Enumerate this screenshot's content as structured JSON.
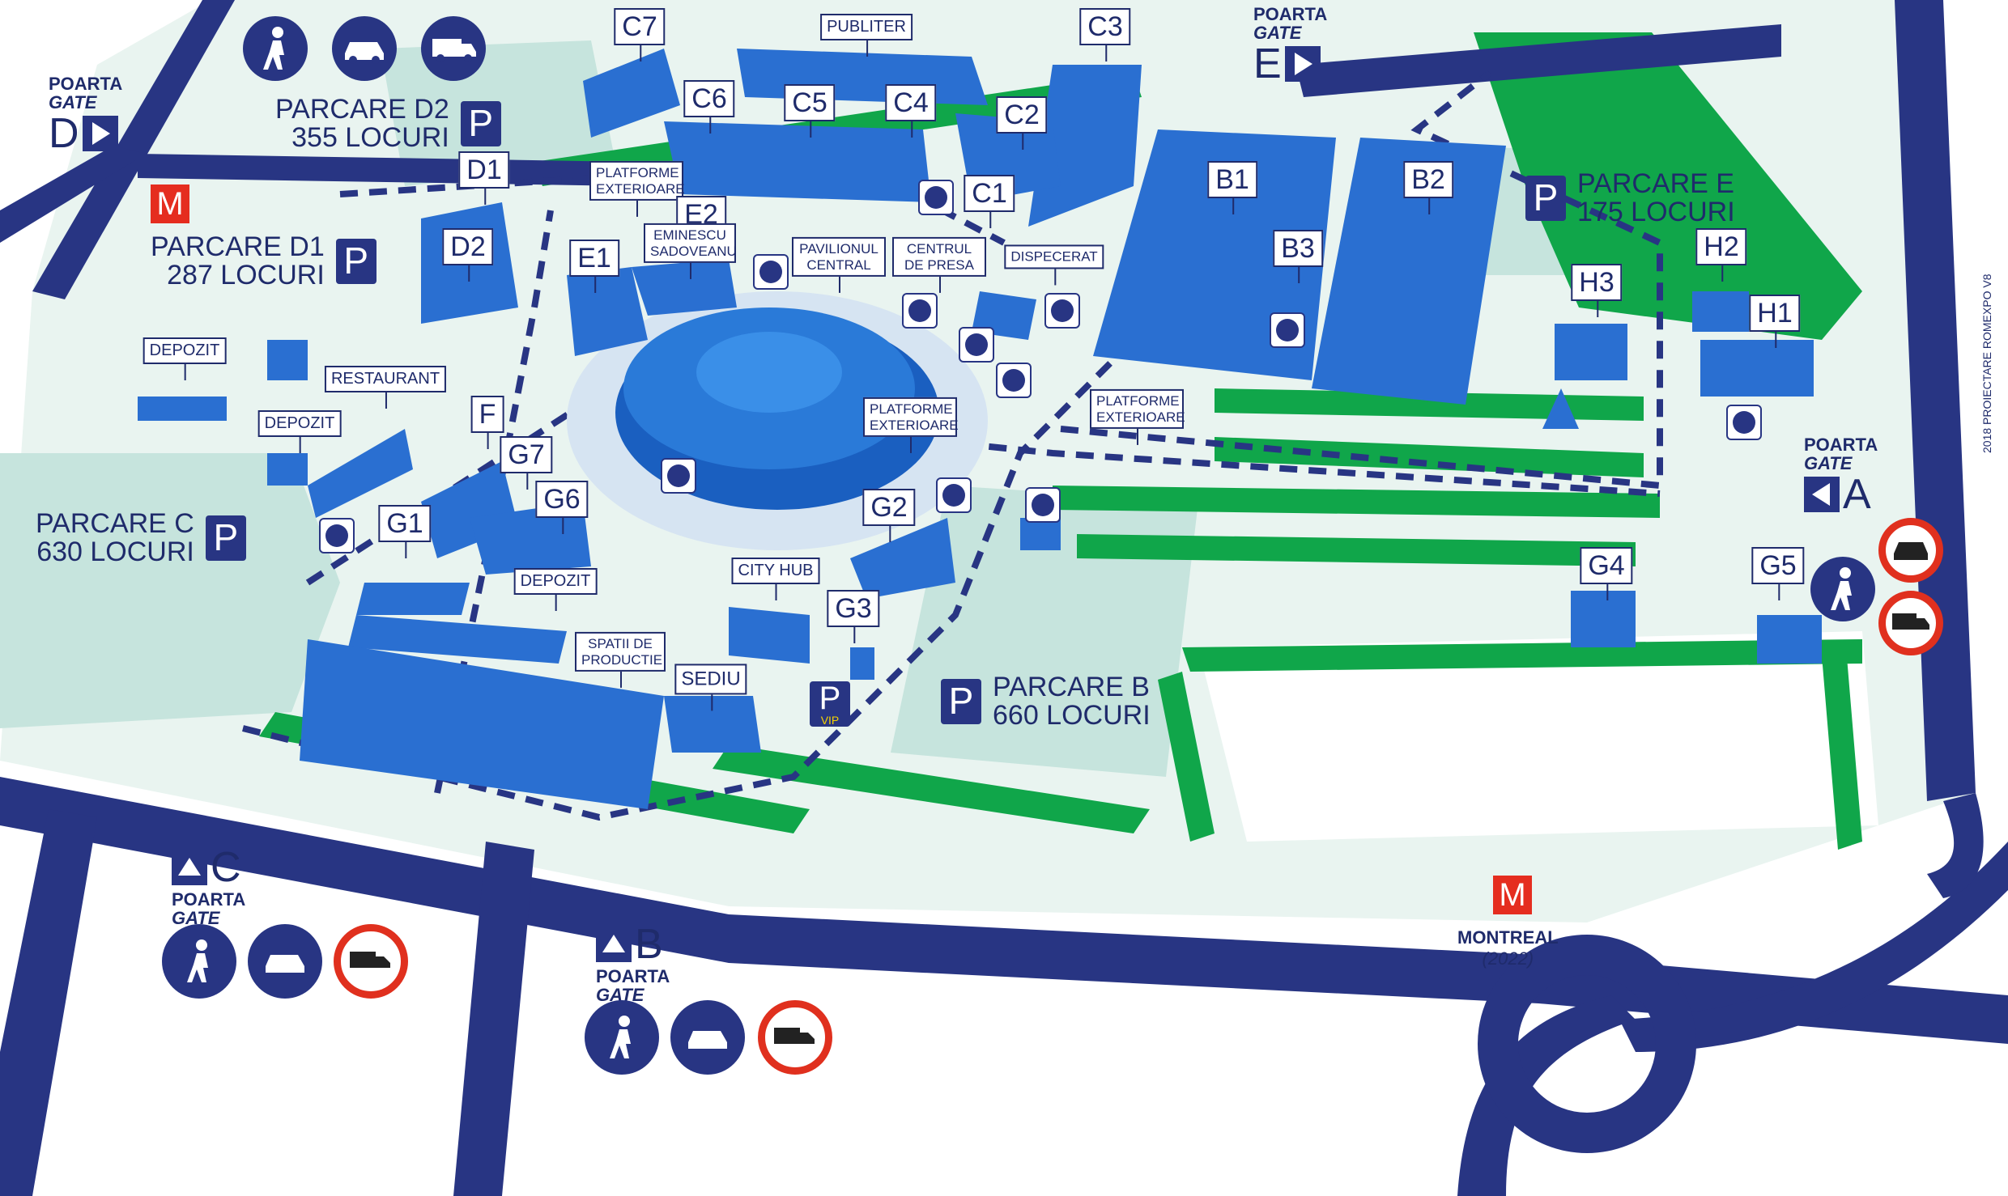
{
  "buildings": [
    "C7",
    "PUBLITER",
    "C3",
    "C6",
    "C5",
    "C4",
    "C2",
    "D1",
    "PLATFORME EXTERIOARE",
    "C1",
    "B1",
    "B2",
    "D2",
    "E1",
    "E2",
    "EMINESCU SADOVEANU",
    "PAVILIONUL CENTRAL",
    "CENTRUL DE PRESA",
    "DISPECERAT",
    "B3",
    "H3",
    "H2",
    "H1",
    "DEPOZIT",
    "RESTAURANT",
    "F",
    "G7",
    "G6",
    "PLATFORME EXTERIOARE",
    "PLATFORME EXTERIOARE",
    "DEPOZIT",
    "G1",
    "G2",
    "DEPOZIT",
    "CITY HUB",
    "G3",
    "SPATII DE PRODUCTIE",
    "SEDIU",
    "G4",
    "G5"
  ],
  "parking": {
    "d2": {
      "name": "PARCARE D2",
      "spots": "355 LOCURI",
      "icon": "P"
    },
    "d1": {
      "name": "PARCARE D1",
      "spots": "287 LOCURI",
      "icon": "P"
    },
    "e": {
      "name": "PARCARE E",
      "spots": "175 LOCURI",
      "icon": "P"
    },
    "c": {
      "name": "PARCARE C",
      "spots": "630 LOCURI",
      "icon": "P"
    },
    "b": {
      "name": "PARCARE B",
      "spots": "660 LOCURI",
      "icon": "P"
    },
    "vip": {
      "icon": "P",
      "label": "VIP"
    }
  },
  "gates": {
    "d": {
      "line1": "POARTA",
      "line2": "GATE",
      "letter": "D"
    },
    "e": {
      "line1": "POARTA",
      "line2": "GATE",
      "letter": "E"
    },
    "a": {
      "line1": "POARTA",
      "line2": "GATE",
      "letter": "A"
    },
    "c": {
      "line1": "POARTA",
      "line2": "GATE",
      "letter": "C"
    },
    "b": {
      "line1": "POARTA",
      "line2": "GATE",
      "letter": "B"
    }
  },
  "metro": {
    "d1": {
      "icon": "M"
    },
    "montreal": {
      "icon": "M",
      "name": "MONTREAL",
      "year": "(2022)"
    }
  },
  "icons": {
    "pedestrian": "pedestrian-icon",
    "car": "car-icon",
    "truck": "truck-icon",
    "no_car": "no-car-icon",
    "no_truck": "no-truck-icon",
    "restaurant": "restaurant-icon"
  },
  "colors": {
    "road": "#283583",
    "green": "#10a64a",
    "building": "#2a6fd1",
    "label_border": "#1f2b6b",
    "metro": "#e52d1f",
    "no_entry": "#e0301e",
    "parking_area": "#c9e7e0"
  },
  "copyright": "2018 PROIECTARE ROMEXPO V8"
}
